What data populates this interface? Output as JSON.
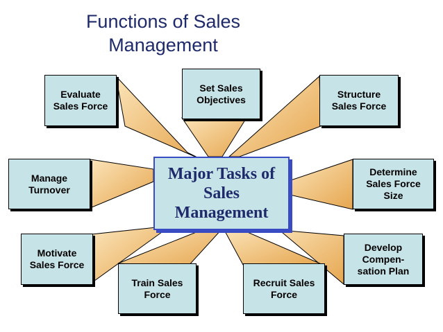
{
  "title": "Functions of Sales\nManagement",
  "center": "Major Tasks of\nSales\nManagement",
  "tasks": [
    {
      "id": "evaluate",
      "label": "Evaluate\nSales Force"
    },
    {
      "id": "set-objectives",
      "label": "Set Sales\nObjectives"
    },
    {
      "id": "structure",
      "label": "Structure\nSales Force"
    },
    {
      "id": "turnover",
      "label": "Manage\nTurnover"
    },
    {
      "id": "size",
      "label": "Determine\nSales Force\nSize"
    },
    {
      "id": "motivate",
      "label": "Motivate\nSales Force"
    },
    {
      "id": "compensation",
      "label": "Develop\nCompen-\nsation Plan"
    },
    {
      "id": "train",
      "label": "Train Sales\nForce"
    },
    {
      "id": "recruit",
      "label": "Recruit Sales\nForce"
    }
  ],
  "colors": {
    "ray_light": "#fbe4b9",
    "ray_dark": "#e6a64f",
    "box": "#c6e3e8",
    "center_border": "#3a4cc4",
    "title": "#1f2a6b"
  }
}
